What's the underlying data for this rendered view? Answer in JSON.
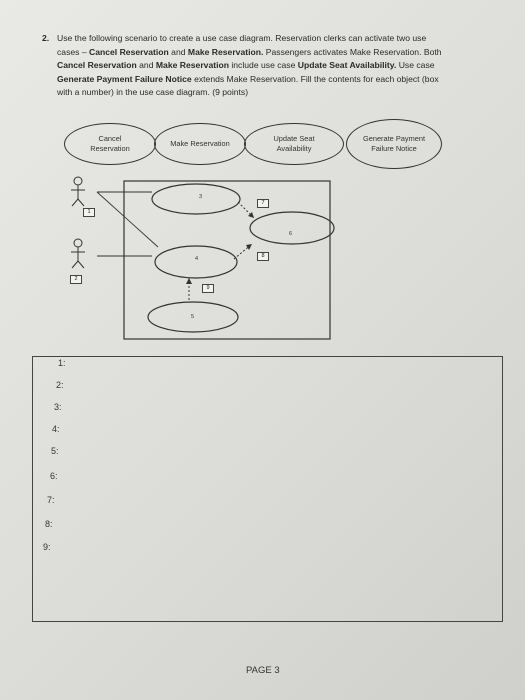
{
  "question": {
    "number": "2.",
    "line1": "Use the following scenario to create a use case diagram. Reservation clerks can activate two use",
    "line2a": "cases – ",
    "line2b": "Cancel Reservation",
    "line2c": " and ",
    "line2d": "Make Reservation.",
    "line2e": " Passengers activates Make Reservation. Both",
    "line3a": "Cancel Reservation",
    "line3b": " and ",
    "line3c": "Make Reservation",
    "line3d": " include use case ",
    "line3e": "Update Seat Availability.",
    "line3f": " Use case",
    "line4a": "Generate Payment Failure Notice",
    "line4b": " extends Make Reservation. Fill the contents for each object (box",
    "line5": "with a number) in the use case diagram. (9 points)"
  },
  "use_cases": {
    "cancel": "Cancel Reservation",
    "make": "Make Reservation",
    "update": "Update Seat Availability",
    "generate": "Generate Payment Failure Notice"
  },
  "diagram_labels": {
    "b1": "1",
    "b2": "2",
    "n3": "3",
    "n4": "4",
    "n5": "5",
    "n6": "6",
    "b7": "7",
    "b8": "8",
    "b9": "9"
  },
  "answers": [
    "1:",
    "2:",
    "3:",
    "4:",
    "5:",
    "6:",
    "7:",
    "8:",
    "9:"
  ],
  "footer": {
    "page": "PAGE 3"
  }
}
